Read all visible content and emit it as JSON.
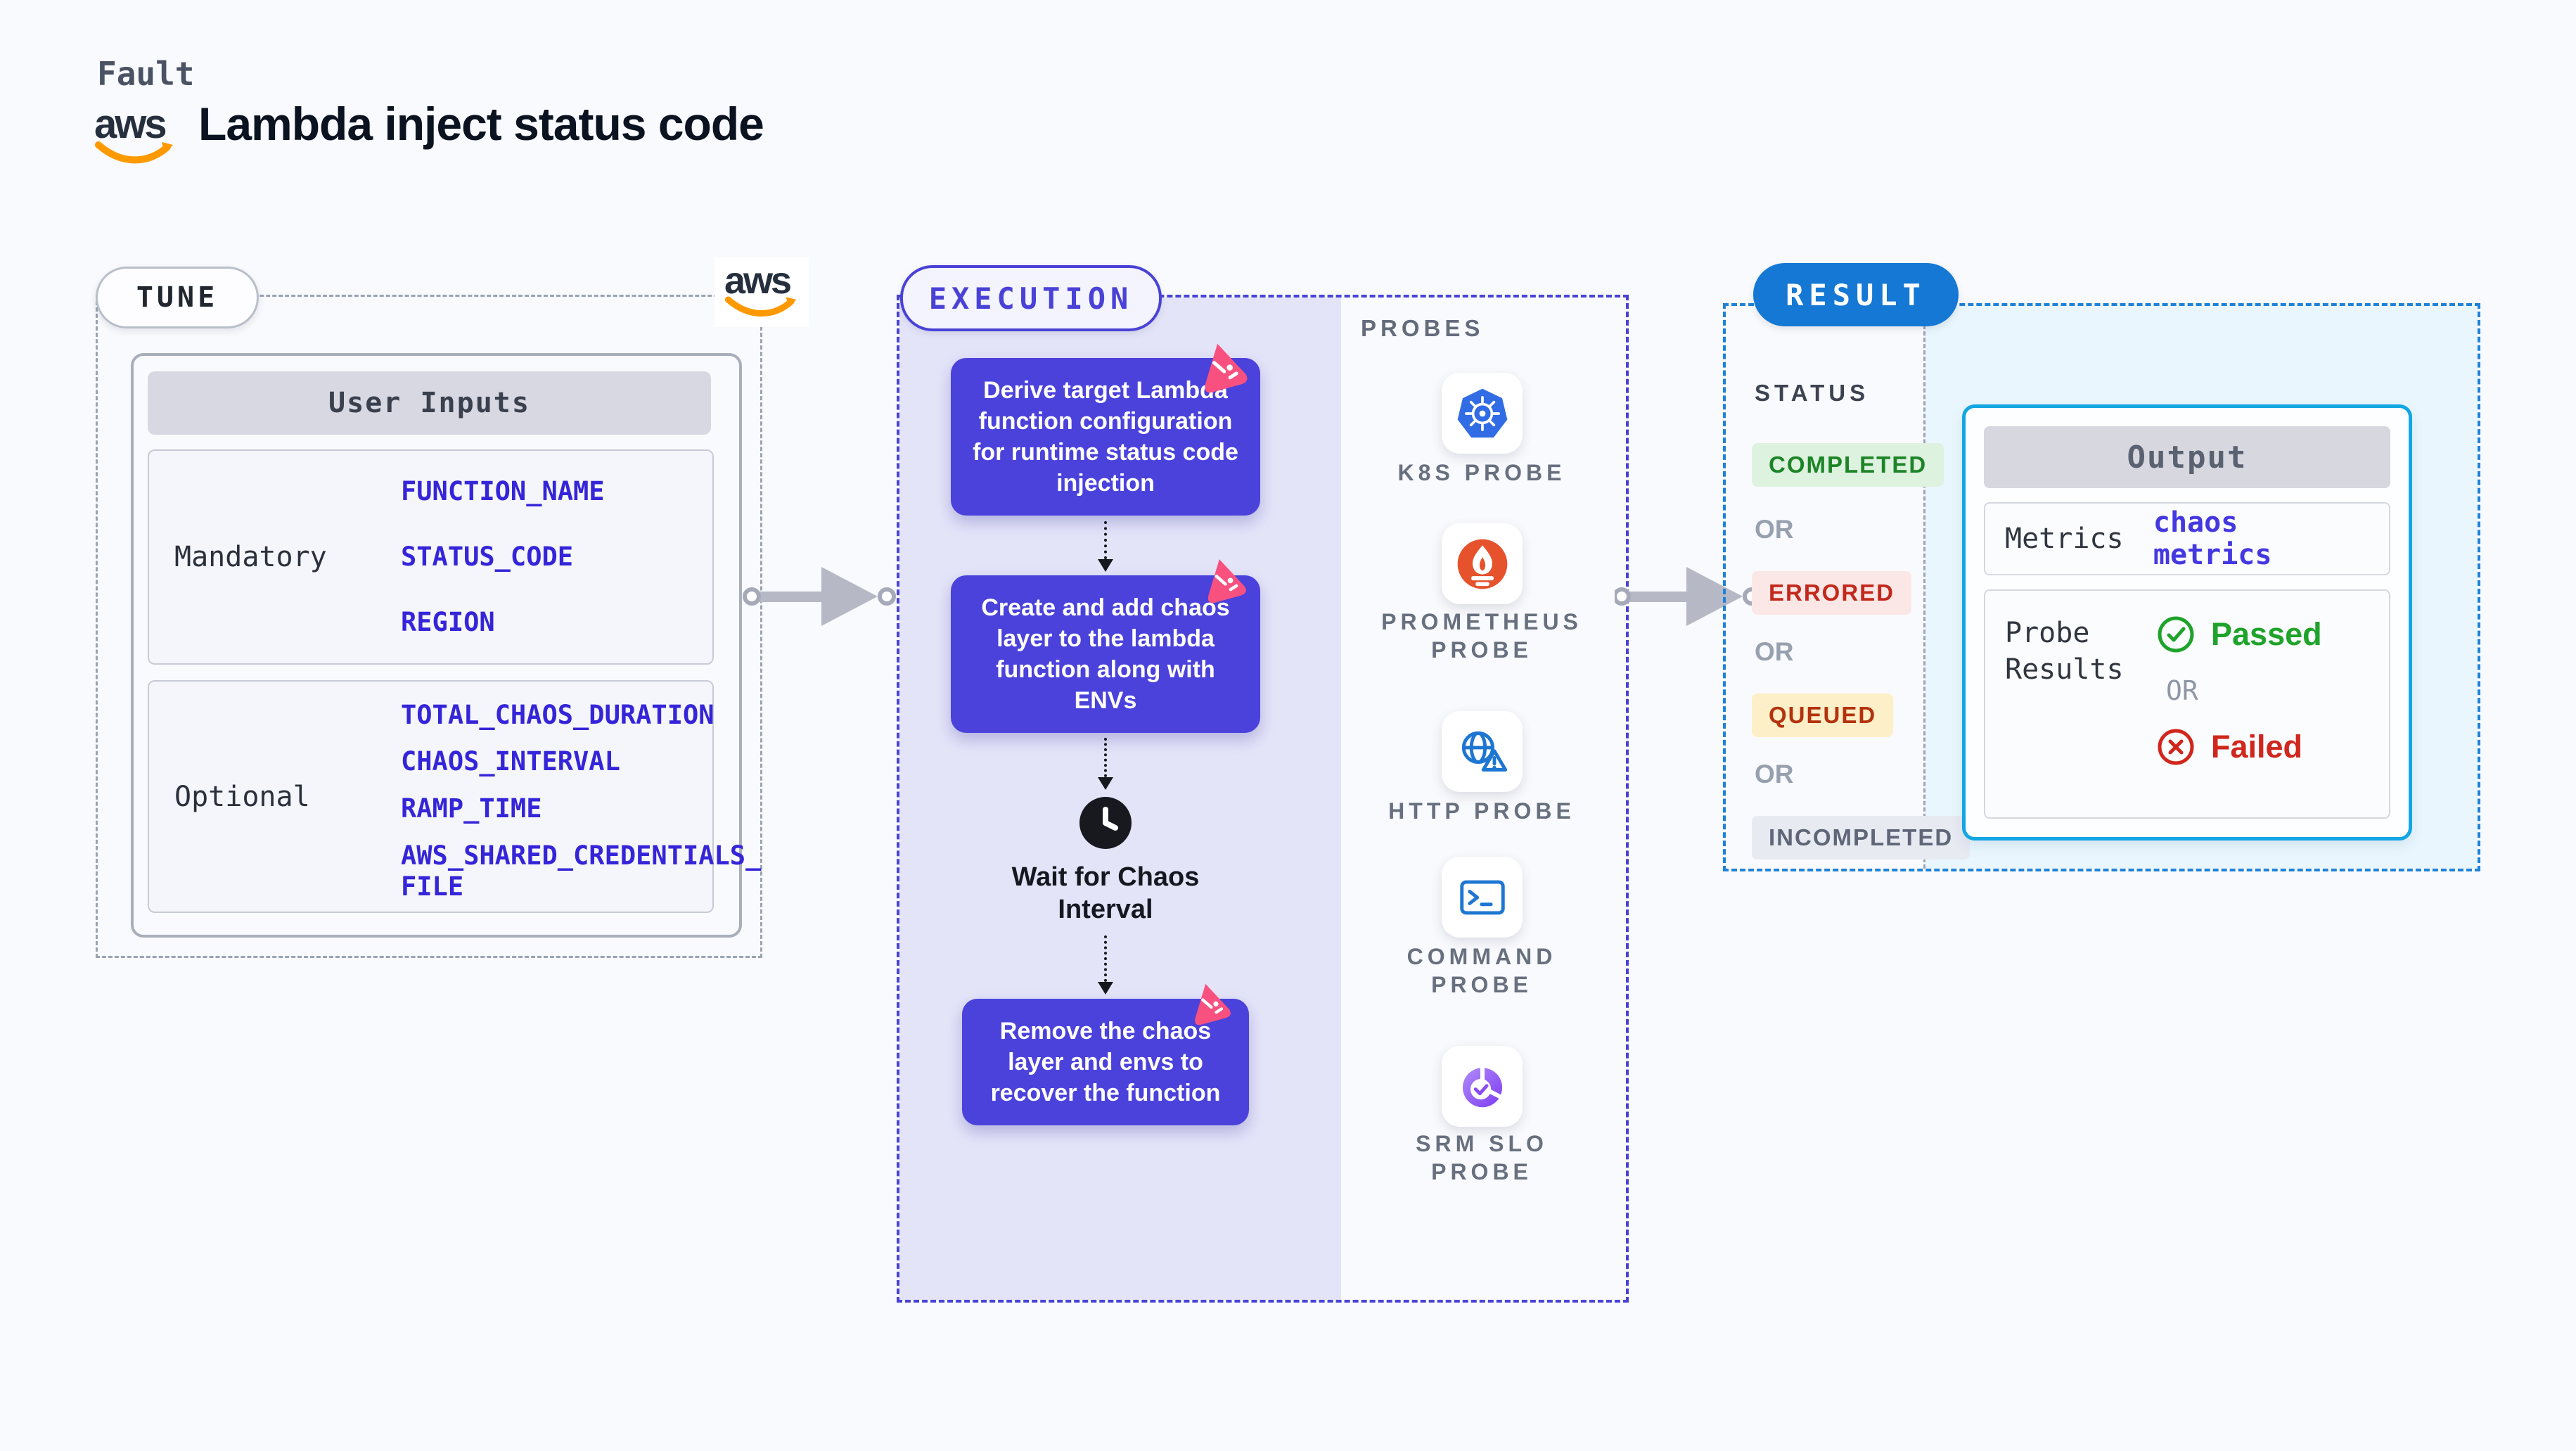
{
  "header": {
    "kicker": "Fault",
    "title": "Lambda inject status code",
    "aws_logo_text": "aws"
  },
  "tune": {
    "label": "TUNE",
    "aws_logo_text": "aws",
    "table": {
      "header": "User Inputs",
      "rows": [
        {
          "label": "Mandatory",
          "values": [
            "FUNCTION_NAME",
            "STATUS_CODE",
            "REGION"
          ]
        },
        {
          "label": "Optional",
          "values": [
            "TOTAL_CHAOS_DURATION",
            "CHAOS_INTERVAL",
            "RAMP_TIME",
            "AWS_SHARED_CREDENTIALS_\nFILE"
          ]
        }
      ]
    }
  },
  "execution": {
    "label": "EXECUTION",
    "steps": [
      "Derive target Lambda function configuration for runtime status code injection",
      "Create and add chaos layer to the lambda function along with ENVs",
      "Remove the chaos layer and envs to recover the function"
    ],
    "wait_label": "Wait for Chaos\nInterval"
  },
  "probes": {
    "heading": "PROBES",
    "items": [
      {
        "label": "K8S PROBE",
        "icon": "kubernetes-icon"
      },
      {
        "label": "PROMETHEUS\nPROBE",
        "icon": "prometheus-icon"
      },
      {
        "label": "HTTP PROBE",
        "icon": "http-globe-warning-icon"
      },
      {
        "label": "COMMAND\nPROBE",
        "icon": "terminal-icon"
      },
      {
        "label": "SRM SLO\nPROBE",
        "icon": "srm-slo-pie-check-icon"
      }
    ]
  },
  "result": {
    "label": "RESULT",
    "status_heading": "STATUS",
    "or_label": "OR",
    "statuses": [
      {
        "text": "COMPLETED",
        "fg": "#1d8427",
        "bg": "#def2e0"
      },
      {
        "text": "ERRORED",
        "fg": "#c3281c",
        "bg": "#fbe8e6"
      },
      {
        "text": "QUEUED",
        "fg": "#b2330e",
        "bg": "#fdefc7"
      },
      {
        "text": "INCOMPLETED",
        "fg": "#5f6678",
        "bg": "#e8eaf2"
      }
    ],
    "output": {
      "header": "Output",
      "metrics_label": "Metrics",
      "metrics_value": "chaos metrics",
      "probe_results_label": "Probe\nResults",
      "passed_label": "Passed",
      "or_label": "OR",
      "failed_label": "Failed"
    }
  },
  "colors": {
    "page": "#f9fafd",
    "indigo": "#4b42dc",
    "indigo-border": "#4a42d6",
    "lavender": "#e4e4f9",
    "blue": "#1478d4",
    "blue-dash": "#1e82d8",
    "cyan": "#12a6e2",
    "light-blue": "#e9f6fd",
    "pink": "#f9517f",
    "env-blue": "#3525d8",
    "green": "#1fa32b",
    "red": "#d0261c",
    "aws-orange": "#ff9900",
    "aws-navy": "#252f3e",
    "k8s-blue": "#326ce5",
    "prometheus-orange": "#e6522c",
    "srm-purple": "#7d3bf0"
  }
}
